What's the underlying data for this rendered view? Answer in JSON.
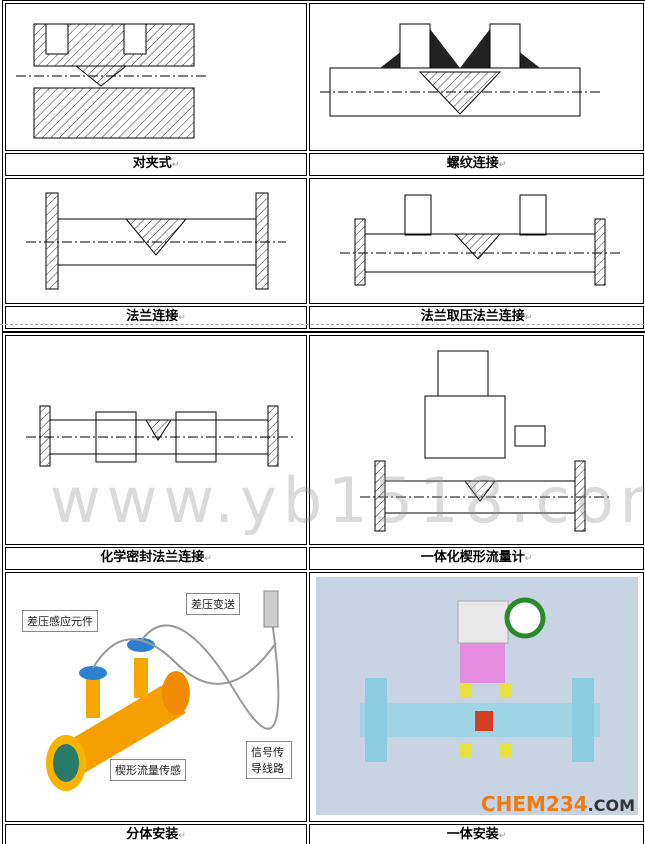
{
  "captions": [
    "对夹式",
    "螺纹连接",
    "法兰连接",
    "法兰取压法兰连接",
    "化学密封法兰连接",
    "一体化楔形流量计",
    "分体安装",
    "一体安装"
  ],
  "paragraph_mark": "↵",
  "diagram_labels": {
    "sensor_element": "差压感应元件",
    "dp_transmitter": "差压变送",
    "wedge_sensor": "楔形流量传感",
    "signal_line": "信号传导线路"
  },
  "watermark": "www.yb1518.com",
  "logo": {
    "main": "CHEM234",
    "suffix": ".COM"
  }
}
